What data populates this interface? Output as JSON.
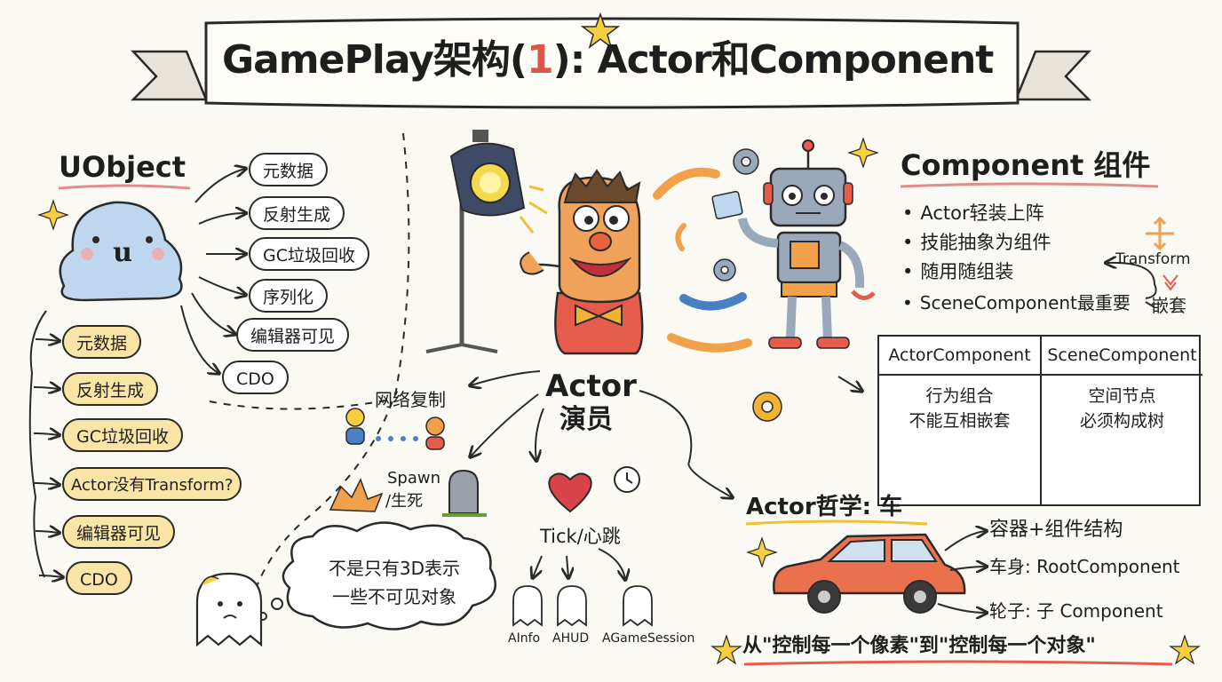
{
  "title": {
    "prefix": "GamePlay架构(",
    "number": "1",
    "suffix": "): Actor和Component"
  },
  "uobject": {
    "heading": "UObject",
    "features": [
      "元数据",
      "反射生成",
      "GC垃圾回收",
      "序列化",
      "编辑器可见",
      "CDO"
    ],
    "actor_list": [
      "元数据",
      "反射生成",
      "GC垃圾回收",
      "Actor没有Transform?",
      "编辑器可见",
      "CDO"
    ]
  },
  "actor": {
    "name": "Actor",
    "subtitle": "演员",
    "branches": {
      "network": "网络复制",
      "spawn": "Spawn",
      "death": "/生死",
      "tick": "Tick/心跳"
    },
    "tick_children": [
      "AInfo",
      "AHUD",
      "AGameSession"
    ],
    "cloud_lines": [
      "不是只有3D表示",
      "一些不可见对象"
    ]
  },
  "component": {
    "heading": "Component 组件",
    "bullets": [
      "Actor轻装上阵",
      "技能抽象为组件",
      "随用随组装",
      "SceneComponent最重要"
    ],
    "scene_branches": [
      "Transform",
      "嵌套"
    ]
  },
  "table": {
    "columns": [
      {
        "header": "ActorComponent",
        "line1": "行为组合",
        "line2": "不能互相嵌套"
      },
      {
        "header": "SceneComponent",
        "line1": "空间节点",
        "line2": "必须构成树"
      }
    ]
  },
  "philosophy": {
    "heading": "Actor哲学: 车",
    "items": [
      "容器+组件结构",
      "车身: RootComponent",
      "轮子: 子 Component"
    ]
  },
  "footer": "从\"控制每一个像素\"到\"控制每一个对象\"",
  "colors": {
    "accent_red": "#d9574a",
    "highlight_yellow": "#fbe5a6",
    "sky_blue": "#4a7fc1",
    "orange": "#f2a14b"
  }
}
